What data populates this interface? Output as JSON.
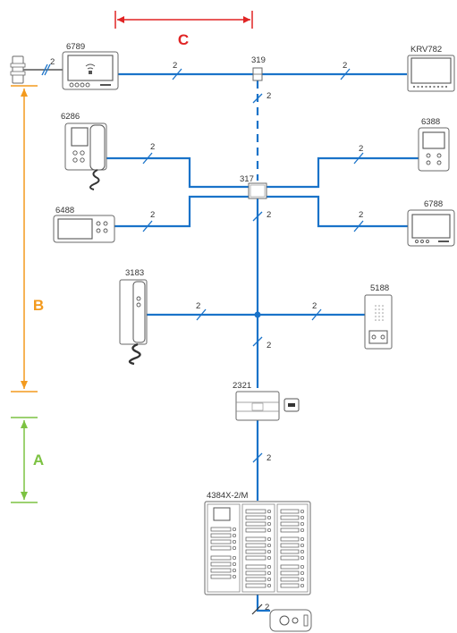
{
  "devices": {
    "m6789": "6789",
    "m319": "319",
    "krv782": "KRV782",
    "m6286": "6286",
    "m6388": "6388",
    "m317": "317",
    "m6488": "6488",
    "m6788": "6788",
    "m3183": "3183",
    "m5188": "5188",
    "m2321": "2321",
    "panel": "4384X-2/M"
  },
  "wire_count": "2",
  "dimensions": {
    "a": "A",
    "b": "B",
    "c": "C"
  },
  "colors": {
    "wire": "#1a73c9",
    "dim_a": "#7cc242",
    "dim_b": "#f39a1e",
    "dim_c": "#e02424",
    "device_stroke": "#6a6a6a"
  }
}
